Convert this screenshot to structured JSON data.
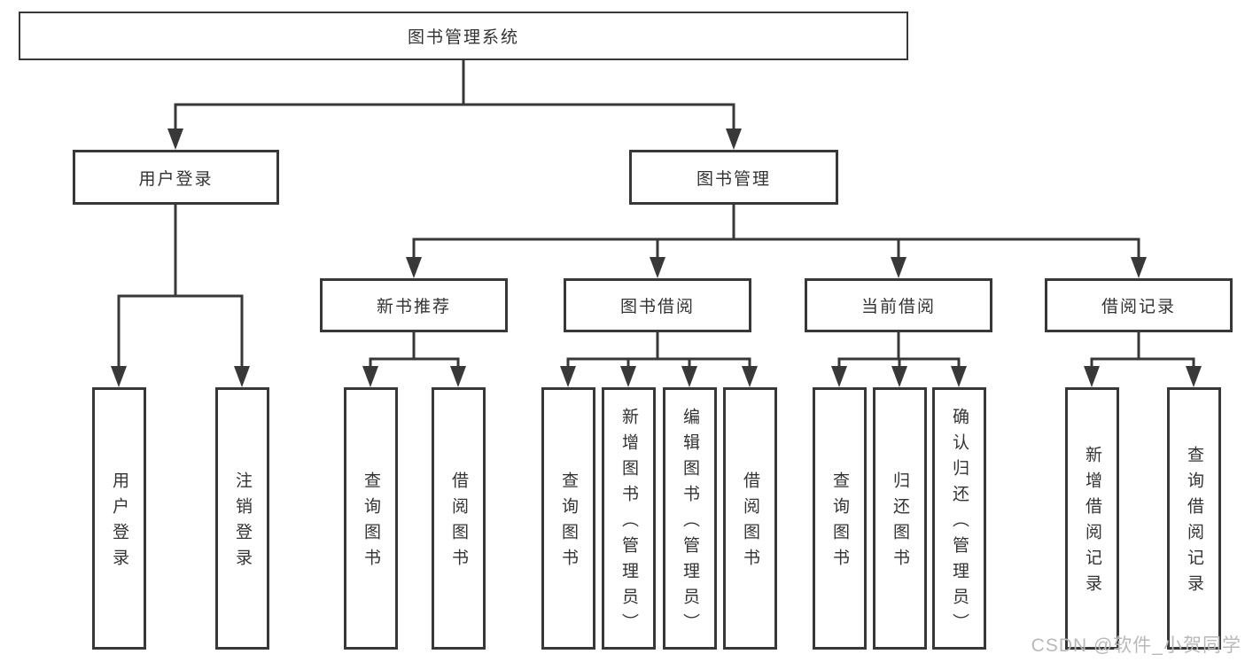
{
  "watermark": "CSDN @软件_小贺同学",
  "colors": {
    "line": "#383838",
    "text": "#333333",
    "background": "#ffffff",
    "watermark": "#b9b9b9"
  },
  "tree": {
    "root": {
      "label": "图书管理系统"
    },
    "branches": [
      {
        "label": "用户登录",
        "children": [
          {
            "label": "用户登录"
          },
          {
            "label": "注销登录"
          }
        ]
      },
      {
        "label": "图书管理",
        "children": [
          {
            "label": "新书推荐",
            "children": [
              {
                "label": "查询图书"
              },
              {
                "label": "借阅图书"
              }
            ]
          },
          {
            "label": "图书借阅",
            "children": [
              {
                "label": "查询图书"
              },
              {
                "label": "新增图书（管理员）"
              },
              {
                "label": "编辑图书（管理员）"
              },
              {
                "label": "借阅图书"
              }
            ]
          },
          {
            "label": "当前借阅",
            "children": [
              {
                "label": "查询图书"
              },
              {
                "label": "归还图书"
              },
              {
                "label": "确认归还（管理员）"
              }
            ]
          },
          {
            "label": "借阅记录",
            "children": [
              {
                "label": "新增借阅记录"
              },
              {
                "label": "查询借阅记录"
              }
            ]
          }
        ]
      }
    ]
  }
}
